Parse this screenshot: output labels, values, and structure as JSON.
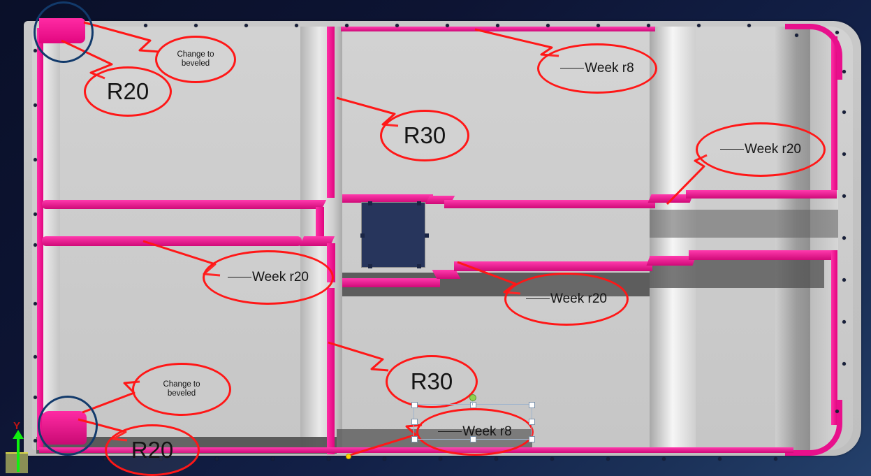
{
  "viewport": {
    "background_top_color": "#0a1029",
    "background_bottom_color": "#24406b",
    "part_face_color": "#c6c6c6",
    "highlight_edge_color": "#e8108c",
    "annotation_color": "#ff1717",
    "circle_highlight_color": "#123a6b",
    "window_cut_color": "#27355c"
  },
  "axis_triad": {
    "y_label": "Y",
    "y_axis_color": "#10ef10",
    "y_label_color": "#c11414",
    "ground_color": "#8a8f55"
  },
  "annotations": [
    {
      "id": "change-to-beveled-top",
      "text": "Change to\nbeveled",
      "line1": "Change to",
      "line2": "beveled",
      "style": "small"
    },
    {
      "id": "r20-top-left",
      "text": "R20",
      "style": "big"
    },
    {
      "id": "week-r8-top",
      "text": "Week r8",
      "style": "label",
      "has_leader_dash": true
    },
    {
      "id": "r30-upper",
      "text": "R30",
      "style": "big"
    },
    {
      "id": "week-r20-right",
      "text": "Week r20",
      "style": "label",
      "has_leader_dash": true
    },
    {
      "id": "week-r20-left",
      "text": "Week r20",
      "style": "label",
      "has_leader_dash": true
    },
    {
      "id": "week-r20-center",
      "text": "Week r20",
      "style": "label",
      "has_leader_dash": true
    },
    {
      "id": "change-to-beveled-bottom",
      "text": "Change to\nbeveled",
      "line1": "Change to",
      "line2": "beveled",
      "style": "small"
    },
    {
      "id": "r20-bottom-left",
      "text": "R20",
      "style": "big"
    },
    {
      "id": "r30-lower",
      "text": "R30",
      "style": "big"
    },
    {
      "id": "week-r8-bottom",
      "text": "Week r8",
      "style": "label",
      "has_leader_dash": true,
      "selected": true
    }
  ],
  "selection": {
    "selected_annotation": "week-r8-bottom",
    "handle_fill": "#ffffff",
    "handle_border": "#7d93ab",
    "rotation_handle_color": "#8fd14f",
    "anchor_point_color": "#ffd400",
    "handle_count": 8
  }
}
